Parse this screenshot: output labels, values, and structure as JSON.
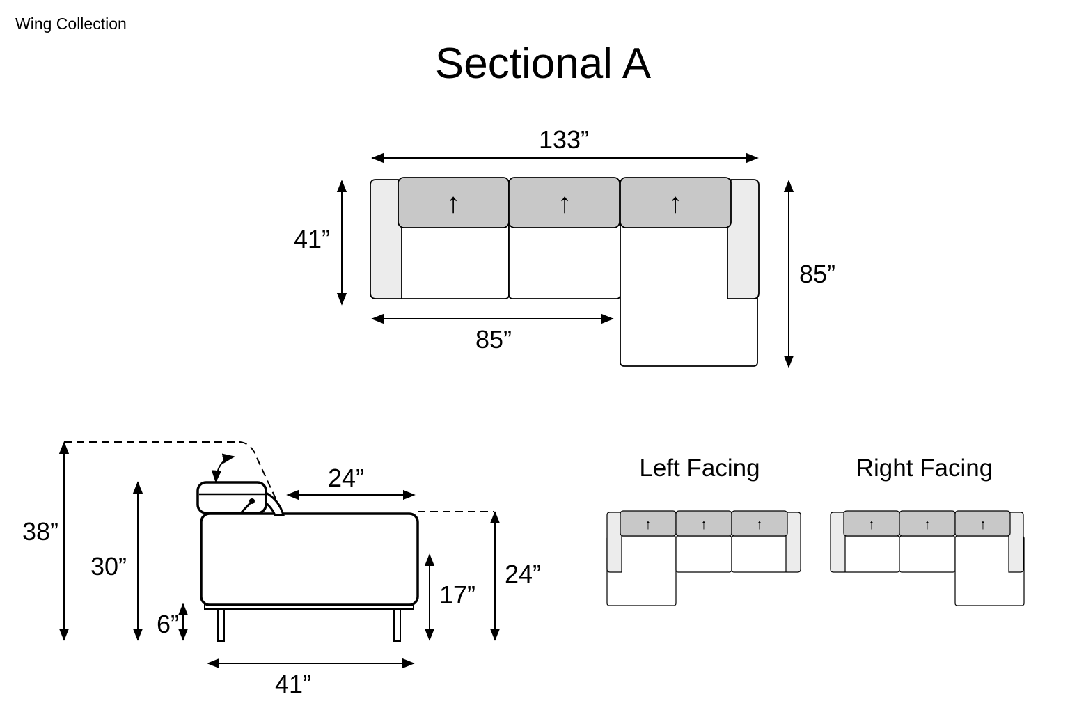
{
  "header": {
    "brand": "Wing Collection",
    "title": "Sectional A"
  },
  "top_view": {
    "overall_width": "133”",
    "depth": "41”",
    "section_length": "85”",
    "chaise_length": "85”"
  },
  "side_view": {
    "total_height": "38”",
    "back_height": "30”",
    "leg_height": "6”",
    "seat_depth": "24”",
    "seat_height": "17”",
    "arm_height": "24”",
    "depth": "41”"
  },
  "variants": {
    "left_label": "Left Facing",
    "right_label": "Right Facing"
  },
  "icons": {
    "arrow": "↑"
  },
  "colors": {
    "cushion_back": "#c8c8c8",
    "arm": "#ececec",
    "line": "#000000"
  }
}
